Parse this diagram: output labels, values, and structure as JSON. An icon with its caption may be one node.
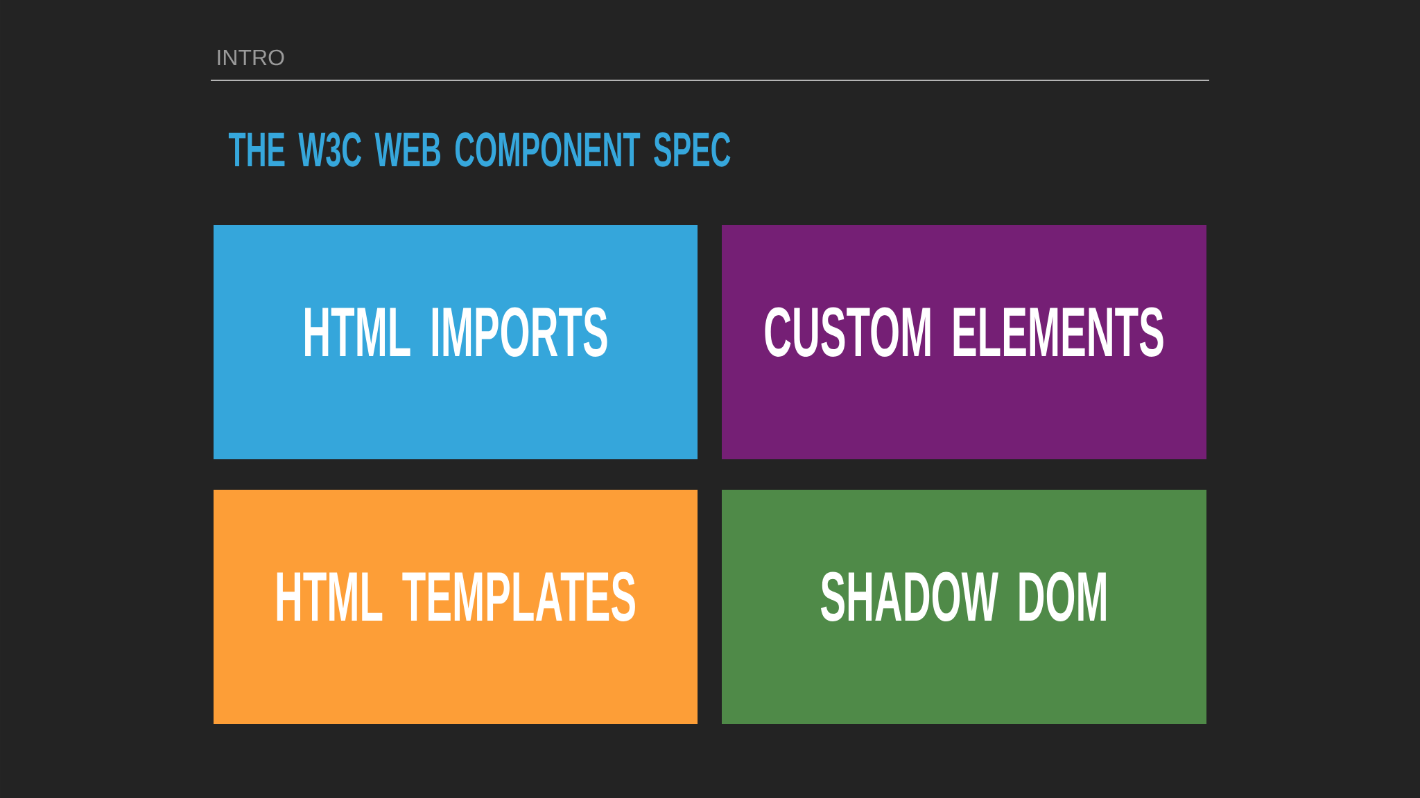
{
  "diagram": {
    "title": "THE W3C WEB COMPONENT SPEC",
    "nodes": [
      {
        "text": [
          "HTML IMPORTS"
        ]
      },
      {
        "text": [
          "CUSTOM ELEMENTS"
        ]
      },
      {
        "text": [
          "HTML TEMPLATES"
        ]
      },
      {
        "text": [
          "SHADOW DOM"
        ]
      }
    ],
    "labels": [
      "INTRO"
    ]
  }
}
